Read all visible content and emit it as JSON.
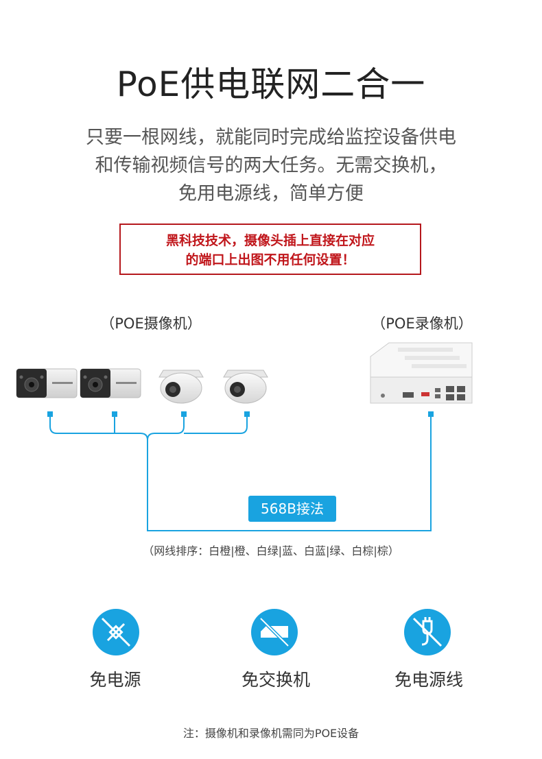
{
  "title": "PoE供电联网二合一",
  "subtitle": [
    "只要一根网线，就能同时完成给监控设备供电",
    "和传输视频信号的两大任务。无需交换机，",
    "免用电源线，简单方便"
  ],
  "notice": [
    "黑科技技术，摄像头插上直接在对应",
    "的端口上出图不用任何设置！"
  ],
  "cameras_label": "（POE摄像机）",
  "recorder_label": "（POE录像机）",
  "wiring_badge": "568B接法",
  "wire_order": "（网线排序：白橙|橙、白绿|蓝、白蓝|绿、白棕|棕）",
  "features": [
    {
      "label": "免电源",
      "icon": "no-power-icon"
    },
    {
      "label": "免交换机",
      "icon": "no-switch-icon"
    },
    {
      "label": "免电源线",
      "icon": "no-power-cable-icon"
    }
  ],
  "footnote": "注：摄像机和录像机需同为POE设备",
  "colors": {
    "accent": "#19a3e0",
    "notice": "#c0161b"
  }
}
